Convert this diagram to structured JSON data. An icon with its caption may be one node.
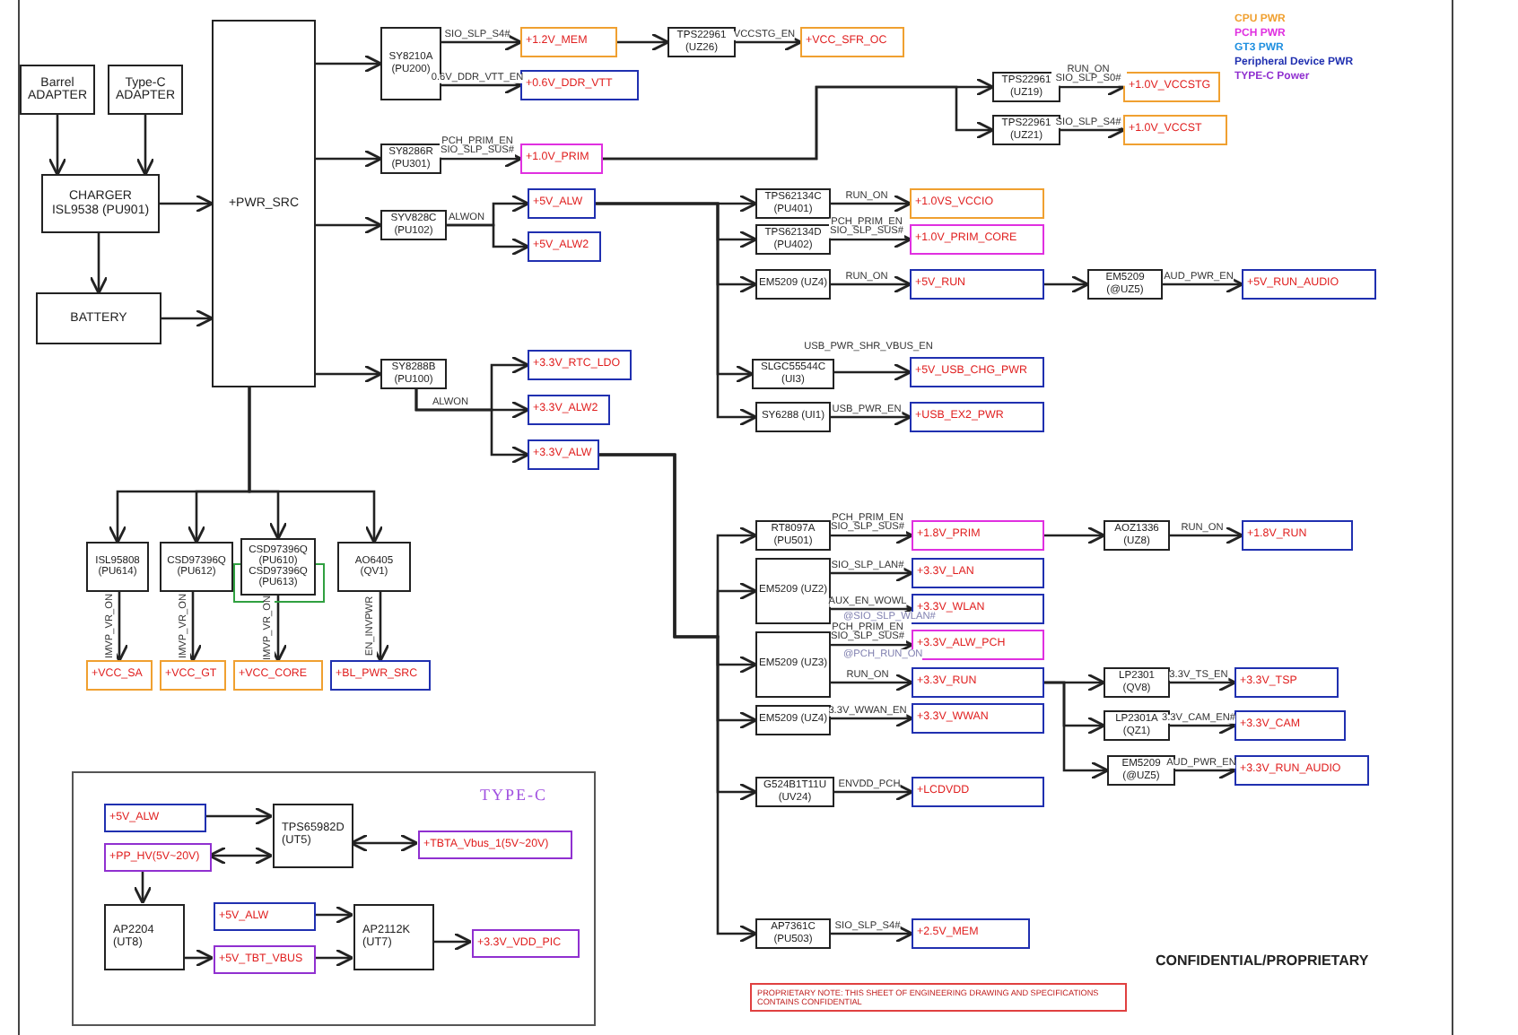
{
  "diagram": {
    "nodes": [
      {
        "text": [
          "Barrel ADAPTER"
        ]
      },
      {
        "text": [
          "Type-C ADAPTER"
        ]
      },
      {
        "text": [
          "CHARGER ISL9538 (PU901)"
        ]
      },
      {
        "text": [
          "BATTERY"
        ]
      },
      {
        "text": [
          "+PWR_SRC"
        ]
      },
      {
        "text": [
          "SY8210A (PU200)"
        ]
      },
      {
        "text": [
          "+1.2V_MEM"
        ]
      },
      {
        "text": [
          "+0.6V_DDR_VTT"
        ]
      },
      {
        "text": [
          "TPS22961 (UZ26)"
        ]
      },
      {
        "text": [
          "+VCC_SFR_OC"
        ]
      },
      {
        "text": [
          "SY8286R (PU301)"
        ]
      },
      {
        "text": [
          "+1.0V_PRIM"
        ]
      },
      {
        "text": [
          "TPS22961 (UZ19)"
        ]
      },
      {
        "text": [
          "+1.0V_VCCSTG"
        ]
      },
      {
        "text": [
          "TPS22961 (UZ21)"
        ]
      },
      {
        "text": [
          "+1.0V_VCCST"
        ]
      },
      {
        "text": [
          "SYV828C (PU102)"
        ]
      },
      {
        "text": [
          "+5V_ALW"
        ]
      },
      {
        "text": [
          "+5V_ALW2"
        ]
      },
      {
        "text": [
          "TPS62134C (PU401)"
        ]
      },
      {
        "text": [
          "+1.0VS_VCCIO"
        ]
      },
      {
        "text": [
          "TPS62134D (PU402)"
        ]
      },
      {
        "text": [
          "+1.0V_PRIM_CORE"
        ]
      },
      {
        "text": [
          "EM5209 (UZ4)"
        ]
      },
      {
        "text": [
          "+5V_RUN"
        ]
      },
      {
        "text": [
          "EM5209 (@UZ5)"
        ]
      },
      {
        "text": [
          "+5V_RUN_AUDIO"
        ]
      },
      {
        "text": [
          "SLGC55544C (UI3)"
        ]
      },
      {
        "text": [
          "+5V_USB_CHG_PWR"
        ]
      },
      {
        "text": [
          "SY6288 (UI1)"
        ]
      },
      {
        "text": [
          "+USB_EX2_PWR"
        ]
      },
      {
        "text": [
          "SY8288B (PU100)"
        ]
      },
      {
        "text": [
          "+3.3V_RTC_LDO"
        ]
      },
      {
        "text": [
          "+3.3V_ALW2"
        ]
      },
      {
        "text": [
          "+3.3V_ALW"
        ]
      },
      {
        "text": [
          "ISL95808 (PU614)"
        ]
      },
      {
        "text": [
          "CSD97396Q (PU612)"
        ]
      },
      {
        "text": [
          "CSD97396Q (PU610)",
          "CSD97396Q (PU613)"
        ]
      },
      {
        "text": [
          "AO6405 (QV1)"
        ]
      },
      {
        "text": [
          "+VCC_SA"
        ]
      },
      {
        "text": [
          "+VCC_GT"
        ]
      },
      {
        "text": [
          "+VCC_CORE"
        ]
      },
      {
        "text": [
          "+BL_PWR_SRC"
        ]
      },
      {
        "text": [
          "RT8097A (PU501)"
        ]
      },
      {
        "text": [
          "+1.8V_PRIM"
        ]
      },
      {
        "text": [
          "AOZ1336 (UZ8)"
        ]
      },
      {
        "text": [
          "+1.8V_RUN"
        ]
      },
      {
        "text": [
          "EM5209 (UZ2)"
        ]
      },
      {
        "text": [
          "+3.3V_LAN"
        ]
      },
      {
        "text": [
          "+3.3V_WLAN"
        ]
      },
      {
        "text": [
          "EM5209 (UZ3)"
        ]
      },
      {
        "text": [
          "+3.3V_ALW_PCH"
        ]
      },
      {
        "text": [
          "+3.3V_RUN"
        ]
      },
      {
        "text": [
          "EM5209 (UZ4)"
        ]
      },
      {
        "text": [
          "+3.3V_WWAN"
        ]
      },
      {
        "text": [
          "LP2301 (QV8)"
        ]
      },
      {
        "text": [
          "+3.3V_TSP"
        ]
      },
      {
        "text": [
          "LP2301A (QZ1)"
        ]
      },
      {
        "text": [
          "+3.3V_CAM"
        ]
      },
      {
        "text": [
          "EM5209 (@UZ5)"
        ]
      },
      {
        "text": [
          "+3.3V_RUN_AUDIO"
        ]
      },
      {
        "text": [
          "G524B1T11U (UV24)"
        ]
      },
      {
        "text": [
          "+LCDVDD"
        ]
      },
      {
        "text": [
          "AP7361C (PU503)"
        ]
      },
      {
        "text": [
          "+2.5V_MEM"
        ]
      },
      {
        "text": [
          "TYPE-C"
        ]
      },
      {
        "text": [
          "+5V_ALW"
        ],
        "in": 65
      },
      {
        "text": [
          "+PP_HV(5V~20V)"
        ],
        "in": 65
      },
      {
        "text": [
          "TPS65982D (UT5)"
        ],
        "in": 65
      },
      {
        "text": [
          "+TBTA_Vbus_1(5V~20V)"
        ],
        "in": 65
      },
      {
        "text": [
          "AP2204 (UT8)"
        ],
        "in": 65
      },
      {
        "text": [
          "+5V_ALW"
        ],
        "in": 65
      },
      {
        "text": [
          "+5V_TBT_VBUS"
        ],
        "in": 65
      },
      {
        "text": [
          "AP2112K (UT7)"
        ],
        "in": 65
      },
      {
        "text": [
          "+3.3V_VDD_PIC"
        ],
        "in": 65
      }
    ],
    "edges": [
      {
        "from": 0,
        "to": 2,
        "arrow": "to"
      },
      {
        "from": 1,
        "to": 2,
        "arrow": "to"
      },
      {
        "from": 2,
        "to": 3,
        "arrow": "to"
      },
      {
        "from": 2,
        "to": 4,
        "arrow": "to"
      },
      {
        "from": 3,
        "to": 4,
        "arrow": "to"
      },
      {
        "from": 4,
        "to": 5,
        "arrow": "to"
      },
      {
        "from": 4,
        "to": 10,
        "arrow": "to"
      },
      {
        "from": 4,
        "to": 16,
        "arrow": "to"
      },
      {
        "from": 4,
        "to": 31,
        "arrow": "to"
      },
      {
        "from": 4,
        "to": 35,
        "arrow": "to"
      },
      {
        "from": 4,
        "to": 36,
        "arrow": "to"
      },
      {
        "from": 4,
        "to": 37,
        "arrow": "to"
      },
      {
        "from": 4,
        "to": 38,
        "arrow": "to"
      },
      {
        "from": 5,
        "to": 6,
        "arrow": "to",
        "label": "SIO_SLP_S4#"
      },
      {
        "from": 5,
        "to": 7,
        "arrow": "to",
        "label": "0.6V_DDR_VTT_EN"
      },
      {
        "from": 6,
        "to": 8,
        "arrow": "to"
      },
      {
        "from": 8,
        "to": 9,
        "arrow": "to",
        "label": "VCCSTG_EN"
      },
      {
        "from": 10,
        "to": 11,
        "arrow": "to",
        "label": "PCH_PRIM_EN SIO_SLP_SUS#"
      },
      {
        "from": 11,
        "to": 12,
        "arrow": "to"
      },
      {
        "from": 11,
        "to": 14,
        "arrow": "to"
      },
      {
        "from": 12,
        "to": 13,
        "arrow": "to",
        "label": "RUN_ON SIO_SLP_S0#"
      },
      {
        "from": 14,
        "to": 15,
        "arrow": "to",
        "label": "SIO_SLP_S4#"
      },
      {
        "from": 16,
        "to": 17,
        "arrow": "to",
        "label": "ALWON"
      },
      {
        "from": 16,
        "to": 18,
        "arrow": "to"
      },
      {
        "from": 17,
        "to": 19,
        "arrow": "to"
      },
      {
        "from": 17,
        "to": 21,
        "arrow": "to"
      },
      {
        "from": 17,
        "to": 23,
        "arrow": "to"
      },
      {
        "from": 17,
        "to": 27,
        "arrow": "to"
      },
      {
        "from": 17,
        "to": 29,
        "arrow": "to"
      },
      {
        "from": 19,
        "to": 20,
        "arrow": "to",
        "label": "RUN_ON"
      },
      {
        "from": 21,
        "to": 22,
        "arrow": "to",
        "label": "PCH_PRIM_EN SIO_SLP_SUS#"
      },
      {
        "from": 23,
        "to": 24,
        "arrow": "to",
        "label": "RUN_ON"
      },
      {
        "from": 24,
        "to": 25,
        "arrow": "to"
      },
      {
        "from": 25,
        "to": 26,
        "arrow": "to",
        "label": "AUD_PWR_EN"
      },
      {
        "from": 27,
        "to": 28,
        "arrow": "to",
        "label": "USB_PWR_SHR_VBUS_EN"
      },
      {
        "from": 29,
        "to": 30,
        "arrow": "to",
        "label": "USB_PWR_EN"
      },
      {
        "from": 31,
        "to": 32,
        "arrow": "to",
        "label": "ALWON"
      },
      {
        "from": 31,
        "to": 33,
        "arrow": "to"
      },
      {
        "from": 31,
        "to": 34,
        "arrow": "to"
      },
      {
        "from": 34,
        "to": 43,
        "arrow": "to"
      },
      {
        "from": 34,
        "to": 47,
        "arrow": "to"
      },
      {
        "from": 34,
        "to": 50,
        "arrow": "to"
      },
      {
        "from": 34,
        "to": 53,
        "arrow": "to"
      },
      {
        "from": 34,
        "to": 61,
        "arrow": "to"
      },
      {
        "from": 34,
        "to": 63,
        "arrow": "to"
      },
      {
        "from": 43,
        "to": 44,
        "arrow": "to",
        "label": "PCH_PRIM_EN SIO_SLP_SUS#"
      },
      {
        "from": 44,
        "to": 45,
        "arrow": "to"
      },
      {
        "from": 45,
        "to": 46,
        "arrow": "to",
        "label": "RUN_ON"
      },
      {
        "from": 47,
        "to": 48,
        "arrow": "to",
        "label": "SIO_SLP_LAN#"
      },
      {
        "from": 47,
        "to": 49,
        "arrow": "to",
        "label": "AUX_EN_WOWL"
      },
      {
        "from": 50,
        "to": 51,
        "arrow": "to",
        "label": "PCH_PRIM_EN SIO_SLP_SUS#"
      },
      {
        "from": 50,
        "to": 52,
        "arrow": "to",
        "label": "RUN_ON"
      },
      {
        "from": 53,
        "to": 54,
        "arrow": "to",
        "label": "3.3V_WWAN_EN"
      },
      {
        "from": 52,
        "to": 55,
        "arrow": "to"
      },
      {
        "from": 52,
        "to": 57,
        "arrow": "to"
      },
      {
        "from": 52,
        "to": 59,
        "arrow": "to"
      },
      {
        "from": 55,
        "to": 56,
        "arrow": "to",
        "label": "3.3V_TS_EN"
      },
      {
        "from": 57,
        "to": 58,
        "arrow": "to",
        "label": "3.3V_CAM_EN#"
      },
      {
        "from": 59,
        "to": 60,
        "arrow": "to",
        "label": "AUD_PWR_EN"
      },
      {
        "from": 61,
        "to": 62,
        "arrow": "to",
        "label": "ENVDD_PCH"
      },
      {
        "from": 63,
        "to": 64,
        "arrow": "to",
        "label": "SIO_SLP_S4#"
      },
      {
        "from": 35,
        "to": 39,
        "arrow": "to",
        "label": "IMVP_VR_ON"
      },
      {
        "from": 36,
        "to": 40,
        "arrow": "to",
        "label": "IMVP_VR_ON"
      },
      {
        "from": 37,
        "to": 41,
        "arrow": "to",
        "label": "IMVP_VR_ON"
      },
      {
        "from": 38,
        "to": 42,
        "arrow": "to",
        "label": "EN_INVPWR"
      },
      {
        "from": 66,
        "to": 68,
        "arrow": "to"
      },
      {
        "from": 67,
        "to": 68,
        "arrow": "both"
      },
      {
        "from": 68,
        "to": 69,
        "arrow": "both"
      },
      {
        "from": 67,
        "to": 70,
        "arrow": "to"
      },
      {
        "from": 70,
        "to": 72,
        "arrow": "to"
      },
      {
        "from": 71,
        "to": 73,
        "arrow": "to"
      },
      {
        "from": 72,
        "to": 73,
        "arrow": "to"
      },
      {
        "from": 73,
        "to": 74,
        "arrow": "to"
      }
    ],
    "labels": [
      "@SIO_SLP_WLAN#",
      "@PCH_RUN_ON",
      "CONFIDENTIAL/PROPRIETARY",
      "PROPRIETARY NOTE: THIS SHEET OF ENGINEERING DRAWING AND SPECIFICATIONS CONTAINS CONFIDENTIAL"
    ],
    "legend": [
      {
        "text": "CPU PWR",
        "color": "#f0a030"
      },
      {
        "text": "PCH PWR",
        "color": "#e030e0"
      },
      {
        "text": "GT3 PWR",
        "color": "#2090e0"
      },
      {
        "text": "Peripheral Device PWR",
        "color": "#2030b0"
      },
      {
        "text": "TYPE-C Power",
        "color": "#9030d0"
      }
    ]
  }
}
